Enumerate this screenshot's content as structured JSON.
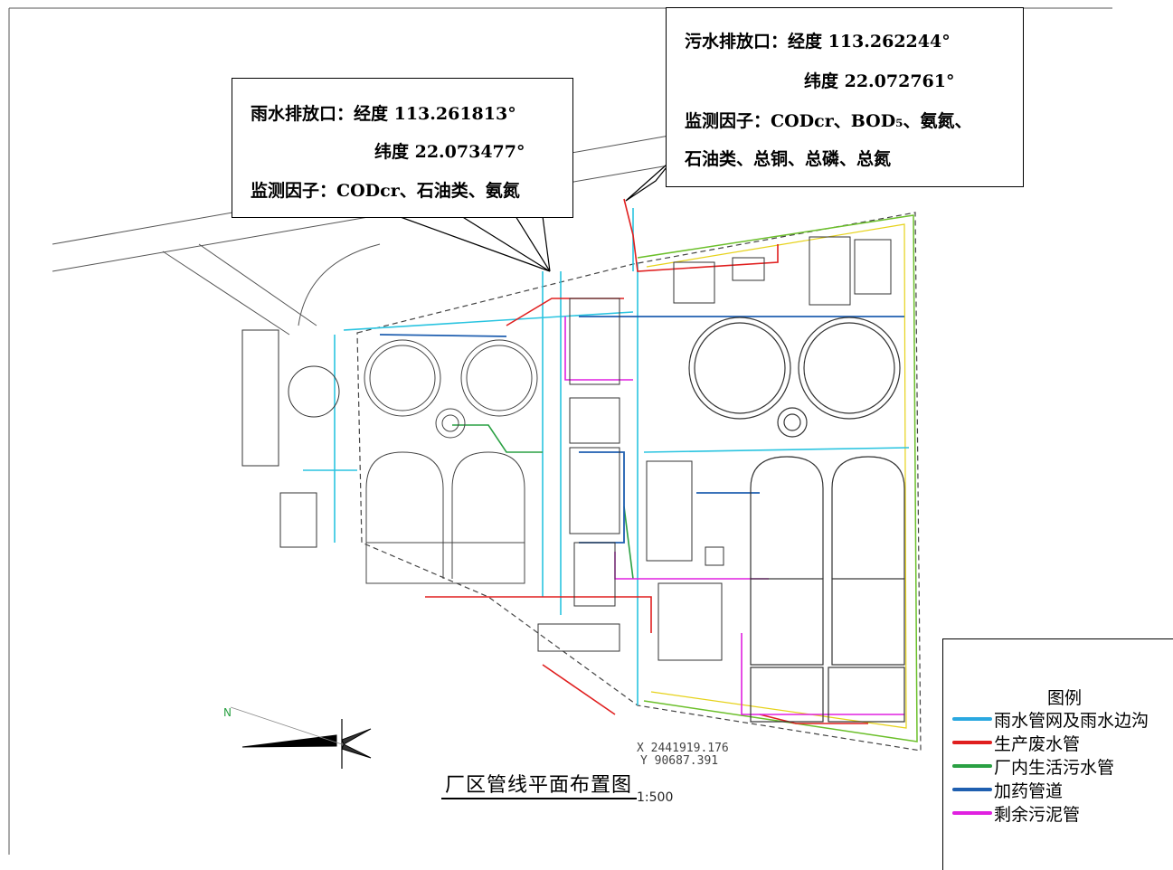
{
  "callouts": {
    "rain_outlet": {
      "line1": "雨水排放口：经度 113.261813°",
      "line2": "纬度 22.073477°",
      "line3": "监测因子：CODcr、石油类、氨氮"
    },
    "sewage_outlet": {
      "line1": "污水排放口：经度 113.262244°",
      "line2": "纬度 22.072761°",
      "line3": "监测因子：CODcr、BOD₅、氨氮、",
      "line4": "石油类、总铜、总磷、总氮"
    }
  },
  "legend": {
    "title": "图例",
    "items": [
      {
        "label": "雨水管网及雨水边沟",
        "color": "#2aa8e0"
      },
      {
        "label": "生产废水管",
        "color": "#e01f1f"
      },
      {
        "label": "厂内生活污水管",
        "color": "#2aa043"
      },
      {
        "label": "加药管道",
        "color": "#1f5fb0"
      },
      {
        "label": "剩余污泥管",
        "color": "#e020e0"
      }
    ]
  },
  "plan": {
    "title": "厂区管线平面布置图",
    "scale": "1:500",
    "coord_x": "X 2441919.176",
    "coord_y": "Y 90687.391",
    "north_label": "N"
  }
}
